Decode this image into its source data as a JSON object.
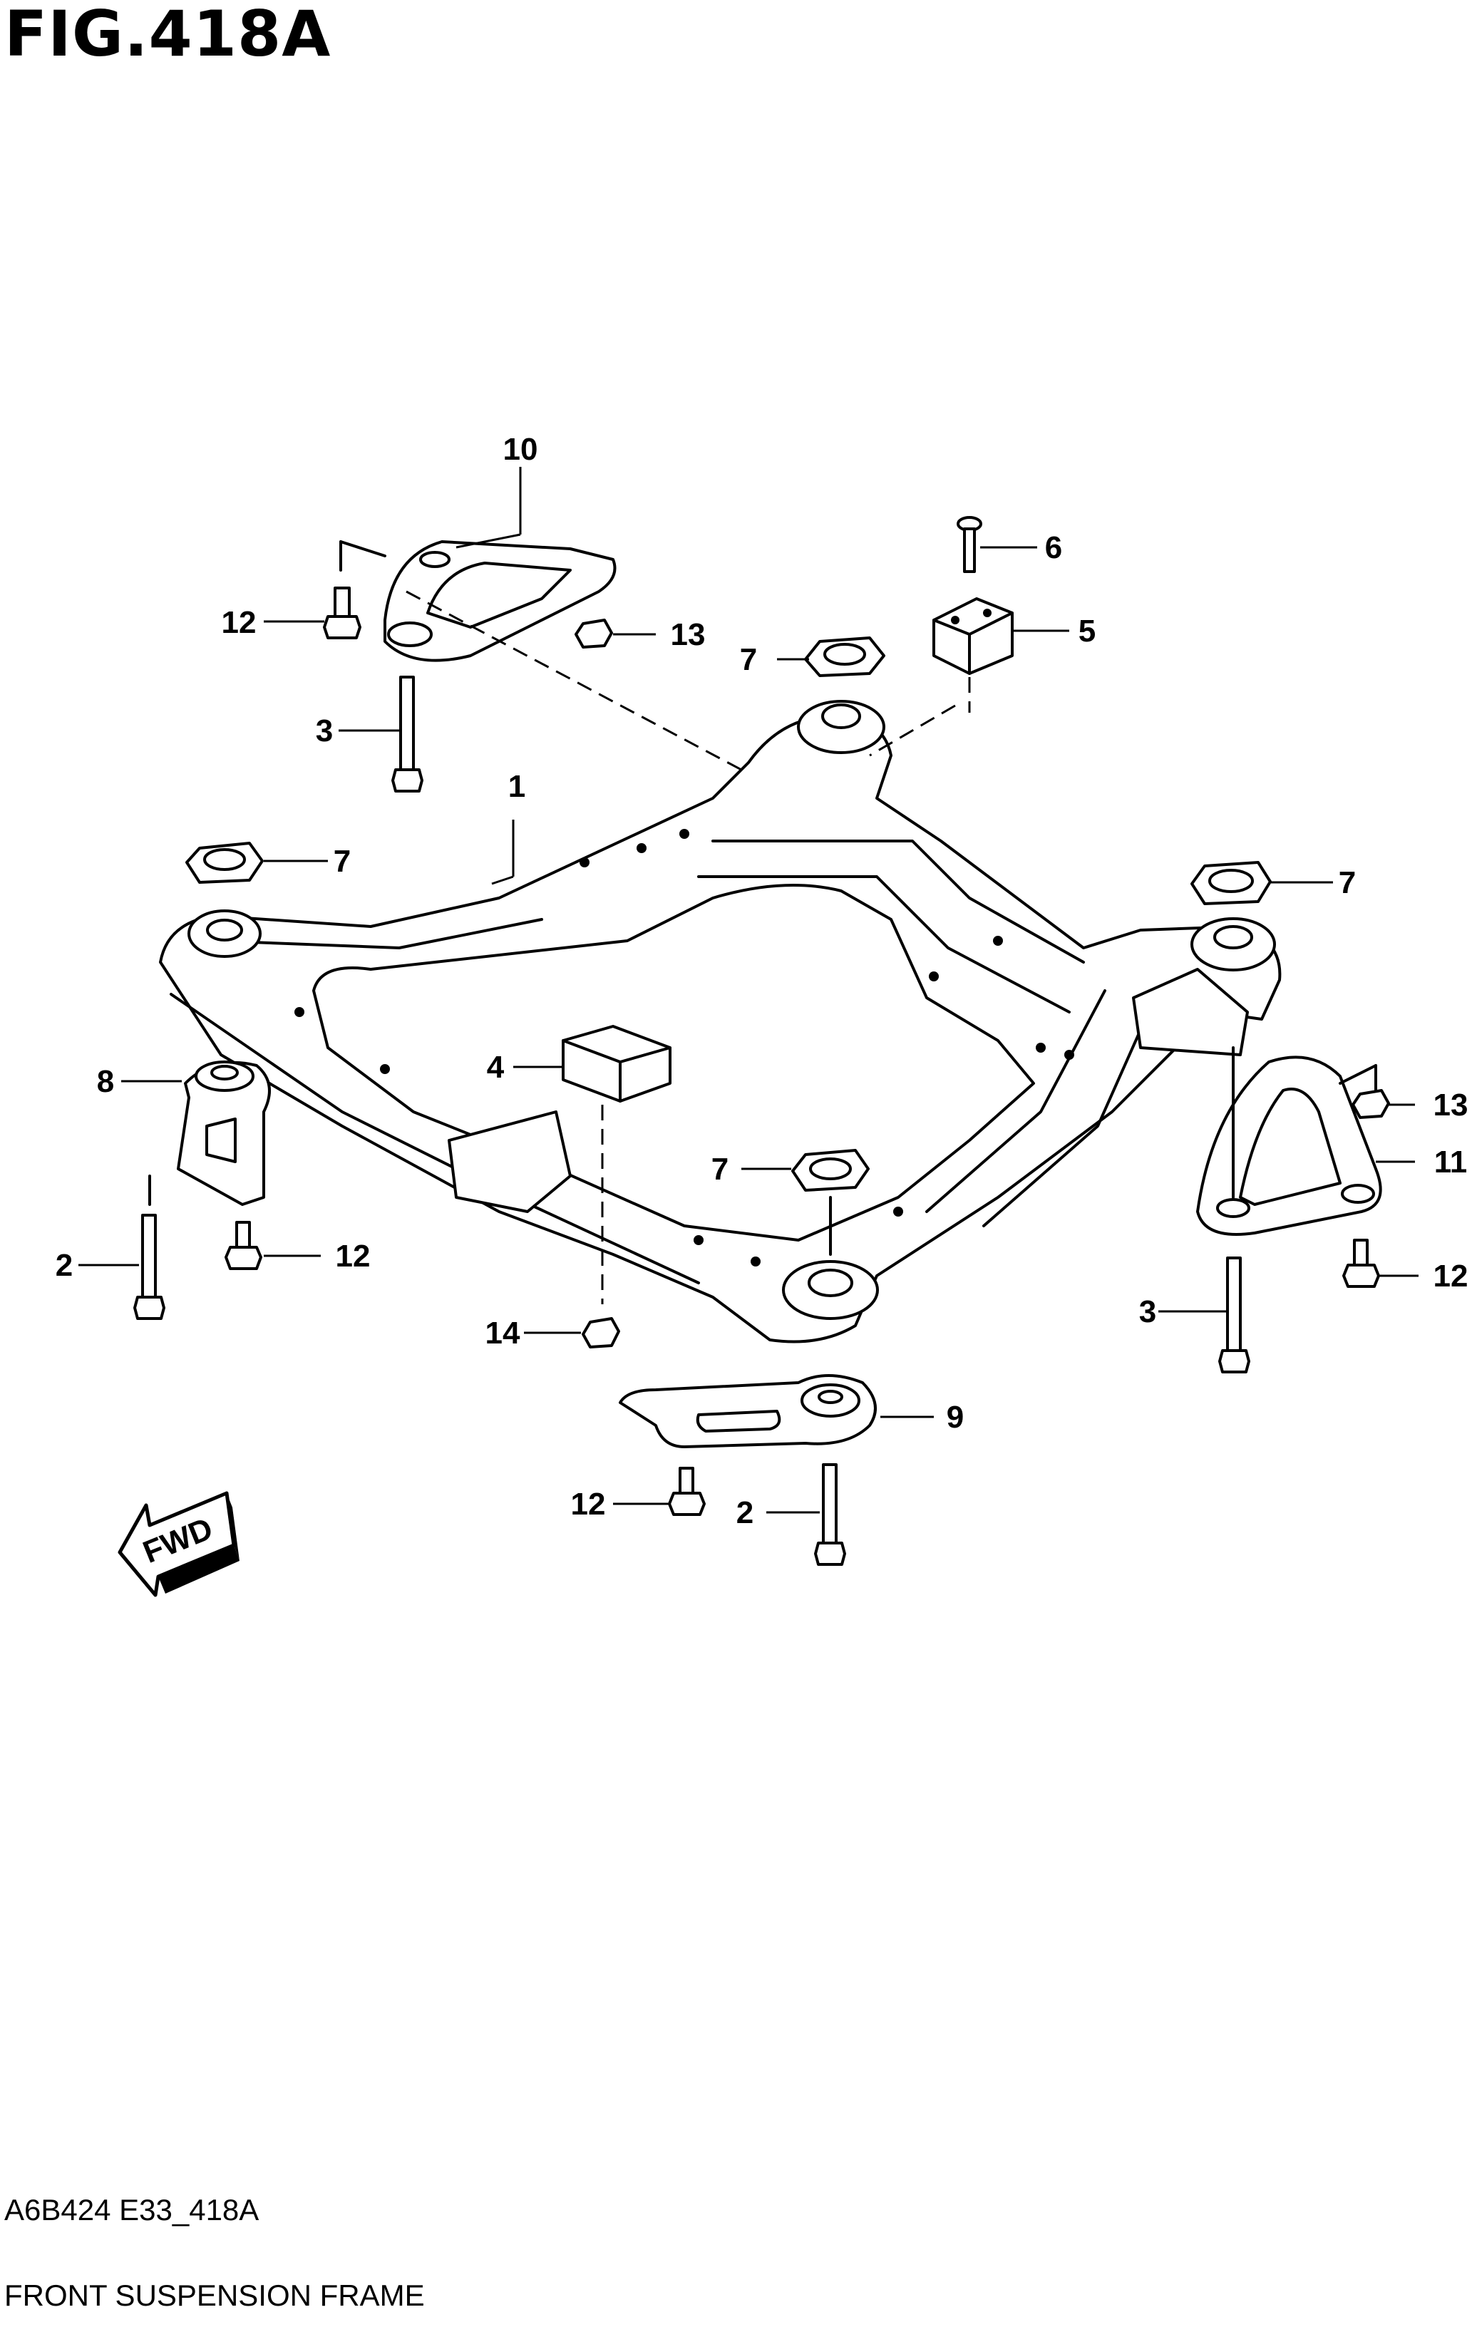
{
  "figure": {
    "title": "FIG.418A",
    "code": "A6B424 E33_418A",
    "name": "FRONT SUSPENSION FRAME"
  },
  "fwd_label": "FWD",
  "callouts": {
    "c1": "1",
    "c2a": "2",
    "c2b": "2",
    "c3a": "3",
    "c3b": "3",
    "c4": "4",
    "c5": "5",
    "c6": "6",
    "c7a": "7",
    "c7b": "7",
    "c7c": "7",
    "c7d": "7",
    "c8": "8",
    "c9": "9",
    "c10": "10",
    "c11": "11",
    "c12a": "12",
    "c12b": "12",
    "c12c": "12",
    "c12d": "12",
    "c13a": "13",
    "c13b": "13",
    "c14": "14"
  }
}
